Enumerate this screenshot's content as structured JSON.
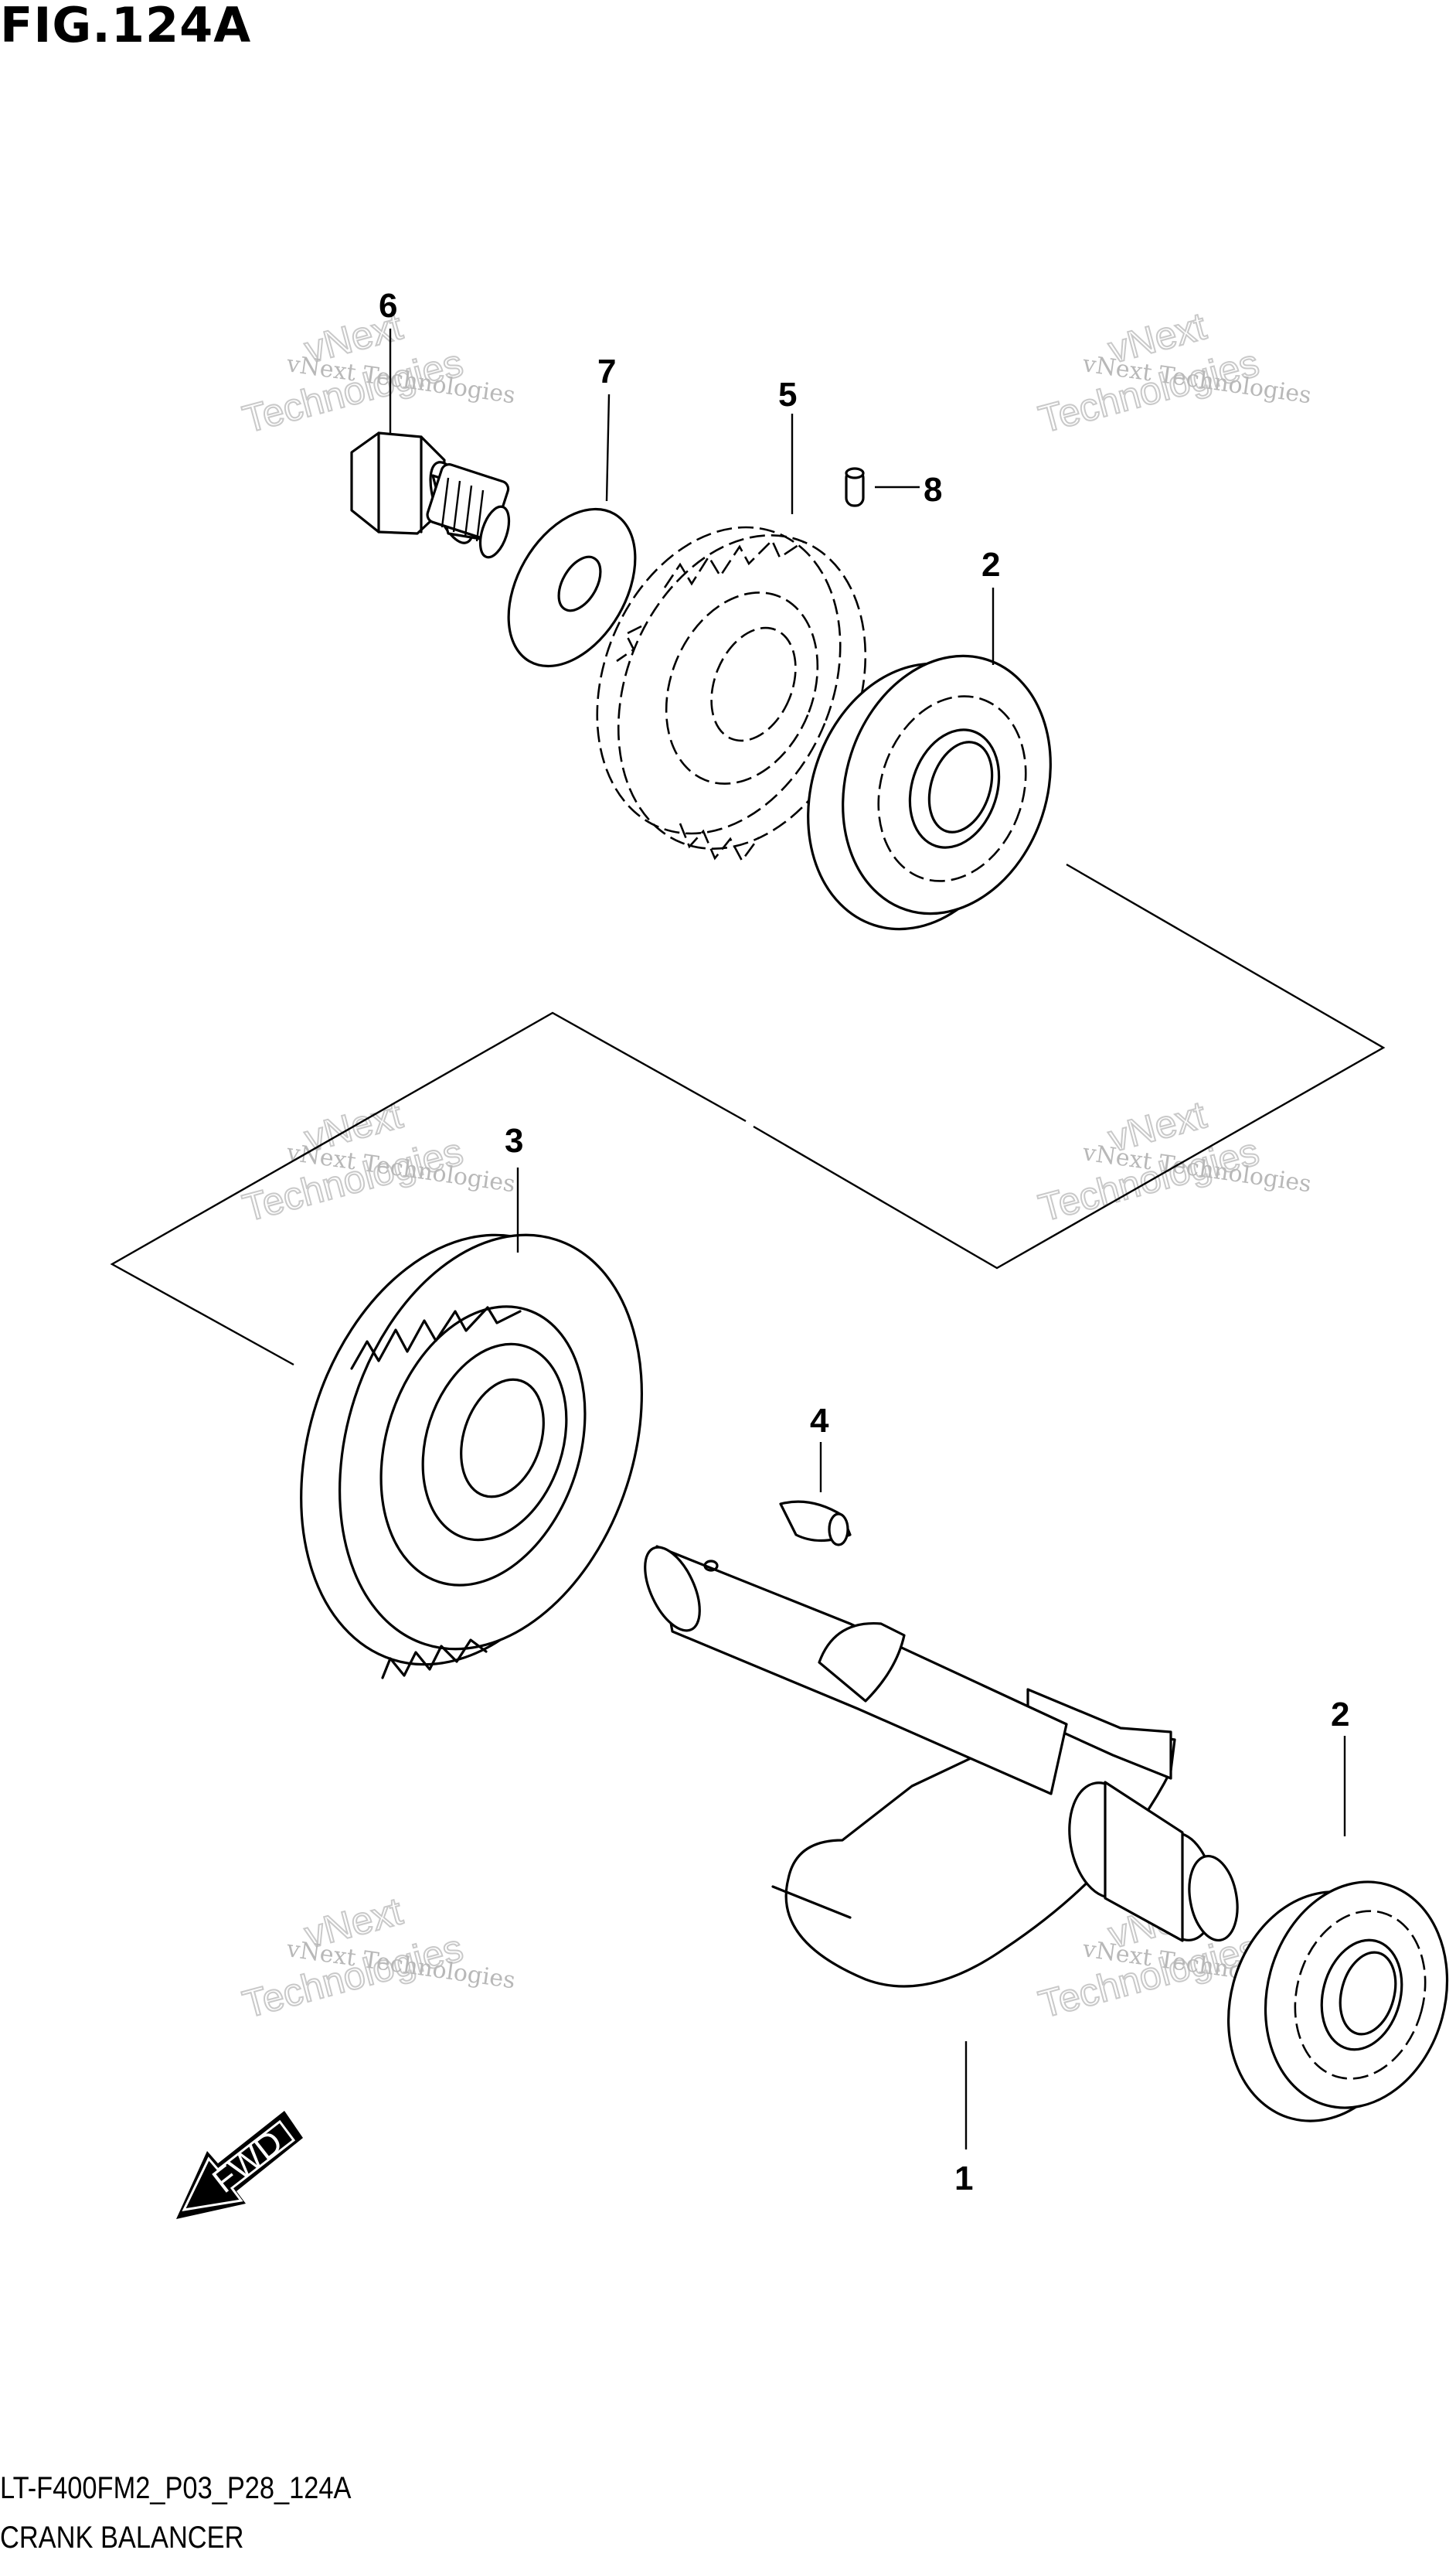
{
  "figure": {
    "title": "FIG.124A",
    "code": "LT-F400FM2_P03_P28_124A",
    "name": "CRANK BALANCER"
  },
  "callouts": {
    "c1": "1",
    "c2_top": "2",
    "c2_bottom": "2",
    "c3": "3",
    "c4": "4",
    "c5": "5",
    "c6": "6",
    "c7": "7",
    "c8": "8"
  },
  "watermark": {
    "small": "vNext Technologies",
    "big_1": "vNext",
    "big_2": "Technologies"
  },
  "fwd_label": "FWD"
}
